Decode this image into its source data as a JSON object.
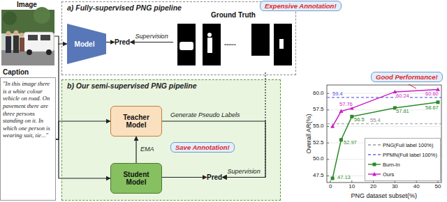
{
  "diagram": {
    "nodes": [
      {
        "text": [
          "Caption",
          "\"In this image there is a white colour vehicle on road. On pavement there are three persons standing on it. In which one person is wearing suit, tie...\""
        ]
      },
      {
        "text": [
          "a) Fully-supervised PNG pipeline"
        ]
      },
      {
        "text": [
          "Model"
        ],
        "in": 1
      },
      {
        "text": [
          "Pred"
        ],
        "in": 1
      },
      {
        "text": [
          "Ground Truth"
        ],
        "in": 1
      },
      {
        "text": [
          "Expensive Annotation!"
        ]
      },
      {
        "text": [
          "b) Our semi-supervised PNG pipeline"
        ]
      },
      {
        "text": [
          "Teacher Model"
        ],
        "in": 6
      },
      {
        "text": [
          "Student Model"
        ],
        "in": 6
      },
      {
        "text": [
          "Pred"
        ],
        "in": 6
      },
      {
        "text": [
          "Save Annotation!"
        ],
        "in": 6
      },
      {
        "text": [
          "Good Performance!"
        ]
      }
    ],
    "edges": [
      {
        "from": 0,
        "to": 2,
        "arrow": "to"
      },
      {
        "from": 0,
        "to": 7,
        "arrow": "to"
      },
      {
        "from": 0,
        "to": 8,
        "arrow": "to"
      },
      {
        "from": 2,
        "to": 3,
        "arrow": "to"
      },
      {
        "from": 4,
        "to": 3,
        "label": "Supervision",
        "arrow": "to"
      },
      {
        "from": 7,
        "to": 9,
        "label": "Generate Pseudo Labels",
        "arrow": "to"
      },
      {
        "from": 4,
        "to": 9,
        "label": "Supervision",
        "arrow": "to"
      },
      {
        "from": 8,
        "to": 7,
        "label": "EMA",
        "arrow": "to"
      },
      {
        "from": 8,
        "to": 9,
        "arrow": "to"
      }
    ],
    "labels": [
      "Image",
      "......",
      "Overall AR(%)",
      "PNG dataset subset(%)",
      "60.0",
      "57.5",
      "55.0",
      "52.5",
      "50.0",
      "47.5",
      "0",
      "10",
      "20",
      "30",
      "40",
      "50",
      "59.4",
      "55.4",
      "57.76",
      "60.24",
      "60.60",
      "47.13",
      "52.97",
      "56.5",
      "57.81",
      "58.67"
    ],
    "legend": [
      {
        "text": "PNG(Full label 100%)"
      },
      {
        "text": "PPMN(Full label 100%)"
      },
      {
        "text": "Burn-In"
      },
      {
        "text": "Ours"
      }
    ]
  }
}
